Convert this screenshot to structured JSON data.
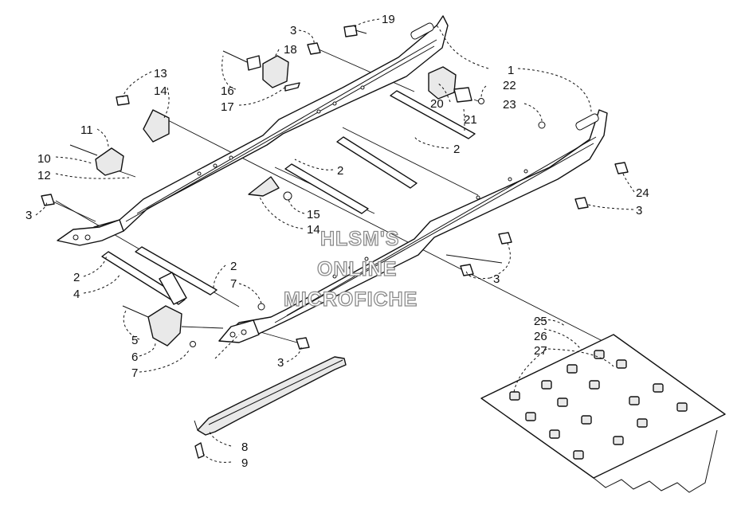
{
  "watermark": {
    "line1": "HLSM'S",
    "line2": "ONLINE",
    "line3": "MICROFICHE"
  },
  "callouts": [
    {
      "id": "c1",
      "text": "1"
    },
    {
      "id": "c19",
      "text": "19"
    },
    {
      "id": "c3a",
      "text": "3"
    },
    {
      "id": "c18",
      "text": "18"
    },
    {
      "id": "c13",
      "text": "13"
    },
    {
      "id": "c14a",
      "text": "14"
    },
    {
      "id": "c16",
      "text": "16"
    },
    {
      "id": "c17",
      "text": "17"
    },
    {
      "id": "c22",
      "text": "22"
    },
    {
      "id": "c20",
      "text": "20"
    },
    {
      "id": "c23",
      "text": "23"
    },
    {
      "id": "c21",
      "text": "21"
    },
    {
      "id": "c11",
      "text": "11"
    },
    {
      "id": "c2a",
      "text": "2"
    },
    {
      "id": "c10",
      "text": "10"
    },
    {
      "id": "c12",
      "text": "12"
    },
    {
      "id": "c2b",
      "text": "2"
    },
    {
      "id": "c24",
      "text": "24"
    },
    {
      "id": "c3b",
      "text": "3"
    },
    {
      "id": "c3c",
      "text": "3"
    },
    {
      "id": "c15",
      "text": "15"
    },
    {
      "id": "c14b",
      "text": "14"
    },
    {
      "id": "c2c",
      "text": "2"
    },
    {
      "id": "c3d",
      "text": "3"
    },
    {
      "id": "c2d",
      "text": "2"
    },
    {
      "id": "c7a",
      "text": "7"
    },
    {
      "id": "c4",
      "text": "4"
    },
    {
      "id": "c25",
      "text": "25"
    },
    {
      "id": "c5",
      "text": "5"
    },
    {
      "id": "c26",
      "text": "26"
    },
    {
      "id": "c27",
      "text": "27"
    },
    {
      "id": "c6",
      "text": "6"
    },
    {
      "id": "c3e",
      "text": "3"
    },
    {
      "id": "c7b",
      "text": "7"
    },
    {
      "id": "c8",
      "text": "8"
    },
    {
      "id": "c9",
      "text": "9"
    }
  ]
}
